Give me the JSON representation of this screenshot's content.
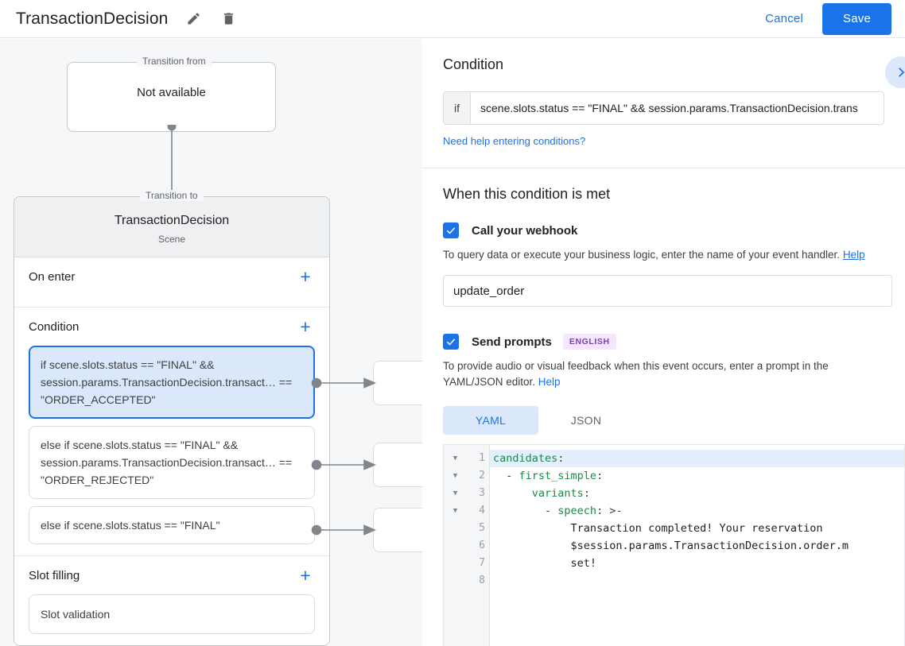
{
  "topbar": {
    "title": "TransactionDecision",
    "edit_icon": "pencil-icon",
    "delete_icon": "trash-icon",
    "cancel_label": "Cancel",
    "save_label": "Save"
  },
  "colors": {
    "accent": "#1a73e8",
    "selected_card_bg": "#dbe8fb",
    "badge_bg": "#f4e7fd",
    "badge_fg": "#7b3fba",
    "canvas_bg": "#f6f7f9"
  },
  "canvas": {
    "transition_from": {
      "legend": "Transition from",
      "value": "Not available"
    },
    "transition_to": {
      "legend": "Transition to",
      "name": "TransactionDecision",
      "subtitle": "Scene"
    },
    "sections": [
      {
        "title": "On enter",
        "add_label": "+"
      },
      {
        "title": "Condition",
        "add_label": "+"
      },
      {
        "title": "Slot filling",
        "add_label": "+"
      }
    ],
    "conditions": [
      {
        "text": "if scene.slots.status == \"FINAL\" && session.params.TransactionDecision.transact… == \"ORDER_ACCEPTED\"",
        "selected": true
      },
      {
        "text": "else if scene.slots.status == \"FINAL\" && session.params.TransactionDecision.transact… == \"ORDER_REJECTED\"",
        "selected": false
      },
      {
        "text": "else if scene.slots.status == \"FINAL\"",
        "selected": false
      }
    ],
    "slot_filling_item": "Slot validation"
  },
  "detail": {
    "condition_heading": "Condition",
    "expand_icon": "chevron-right-icon",
    "if_label": "if",
    "if_value": "scene.slots.status == \"FINAL\" && session.params.TransactionDecision.trans",
    "help_link": "Need help entering conditions?",
    "met_heading": "When this condition is met",
    "webhook": {
      "checked": true,
      "label": "Call your webhook",
      "helper_prefix": "To query data or execute your business logic, enter the name of your event handler. ",
      "helper_link": "Help",
      "value": "update_order"
    },
    "prompts": {
      "checked": true,
      "label": "Send prompts",
      "badge": "ENGLISH",
      "helper_prefix": "To provide audio or visual feedback when this event occurs, enter a prompt in the YAML/JSON editor. ",
      "helper_link": "Help",
      "tabs": [
        {
          "label": "YAML",
          "active": true
        },
        {
          "label": "JSON",
          "active": false
        }
      ]
    },
    "editor": {
      "line_numbers": [
        "1",
        "2",
        "3",
        "4",
        "5",
        "6",
        "7",
        "8"
      ],
      "fold_rows": [
        1,
        2,
        3,
        4
      ],
      "highlighted_line": 1,
      "lines": [
        [
          {
            "t": "candidates",
            "c": "key"
          },
          {
            "t": ":",
            "c": "punct"
          }
        ],
        [
          {
            "t": "  - ",
            "c": "punct"
          },
          {
            "t": "first_simple",
            "c": "key"
          },
          {
            "t": ":",
            "c": "punct"
          }
        ],
        [
          {
            "t": "      ",
            "c": "punct"
          },
          {
            "t": "variants",
            "c": "key"
          },
          {
            "t": ":",
            "c": "punct"
          }
        ],
        [
          {
            "t": "        - ",
            "c": "punct"
          },
          {
            "t": "speech",
            "c": "key"
          },
          {
            "t": ": >-",
            "c": "punct"
          }
        ],
        [
          {
            "t": "            Transaction completed! Your reservation",
            "c": "plain"
          }
        ],
        [
          {
            "t": "            $session.params.TransactionDecision.order.m",
            "c": "plain"
          }
        ],
        [
          {
            "t": "            set!",
            "c": "plain"
          }
        ],
        [
          {
            "t": "",
            "c": "plain"
          }
        ]
      ]
    }
  }
}
